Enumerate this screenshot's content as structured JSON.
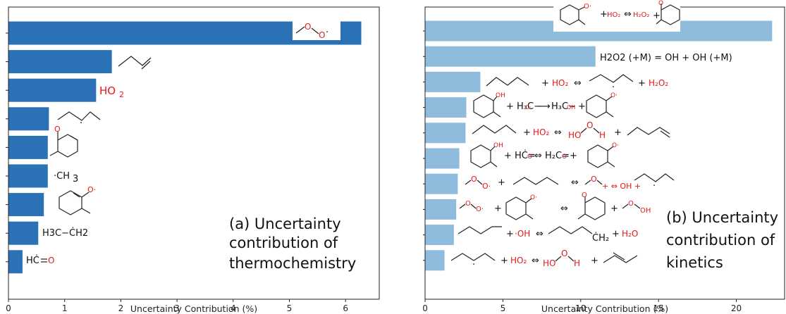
{
  "chart_data": [
    {
      "type": "bar",
      "orientation": "horizontal",
      "panel_label": [
        "(a) Uncertainty",
        "contribution of",
        "thermochemistry"
      ],
      "xlabel": "Uncertainty Contribution (%)",
      "xlim": [
        0,
        6.6
      ],
      "xticks": [
        0,
        1,
        2,
        3,
        4,
        5,
        6
      ],
      "grid": false,
      "bar_color": "#2a72b5",
      "categories": [
        "CH3OO· radical",
        "propene",
        "HO2",
        "2-butyl radical",
        "methylene-cyclohexadienone",
        "·CH3",
        "2-methylphenoxy radical",
        "H3C−ĊH2",
        "HĊ=O"
      ],
      "annotations": [
        "",
        "",
        "HO2",
        "",
        "",
        "·CH3",
        "",
        "H3C−ĊH2",
        "HĊ=O"
      ],
      "values": [
        6.28,
        1.84,
        1.56,
        0.72,
        0.7,
        0.7,
        0.63,
        0.53,
        0.25
      ]
    },
    {
      "type": "bar",
      "orientation": "horizontal",
      "panel_label": [
        "(b) Uncertainty",
        "contribution of",
        "kinetics"
      ],
      "xlabel": "Uncertainty Contribution (%)",
      "xlim": [
        0,
        23.1
      ],
      "xticks": [
        0,
        5,
        10,
        15,
        20
      ],
      "grid": false,
      "bar_color": "#8fbbdc",
      "categories": [
        "2-methylphenoxy + HO2 ⇔ H2O2 + methylene-cyclohexadienone",
        "H2O2 (+M) = OH + OH (+M)",
        "butane + HO2 ⇔ 2-butyl + H2O2",
        "o-cresol + H3C−O· → H3C−OH + 2-methylphenoxy",
        "1-butene + HO2 ⇔ HOO-H + allyl",
        "o-cresol + HĊ=O ⇔ H2C=O + 2-methylphenoxy",
        "CH3OO· + butane ⇔ CH3OOH + 2-butyl",
        "CH3OO· + 2-methylphenoxy ⇔ methylene-cyclohexadienone + CH3OOH",
        "butane + ·OH ⇔ 1-butyl + H2O",
        "2-butyl + HO2 ⇔ HOO-H + 2-butene"
      ],
      "annotations": [
        "+ HO2 ⇔ H2O2 +",
        "H2O2 (+M) = OH + OH (+M)",
        "+ HO2 ⇔ + H2O2",
        "+ H3C−O· ⟶ H3C−OH +",
        "+ HO2 ⇔ HO O H +",
        "+ HĊ=O ⇔ H2C=O +",
        "+ ⇔ OH +",
        "+ ⇔ +",
        "+ ·OH ⇔ ĊH2 + H2O",
        "+ HO2 ⇔ HO O H +"
      ],
      "values": [
        22.3,
        10.95,
        3.55,
        2.65,
        2.6,
        2.2,
        2.1,
        2.0,
        1.85,
        1.25
      ]
    }
  ]
}
